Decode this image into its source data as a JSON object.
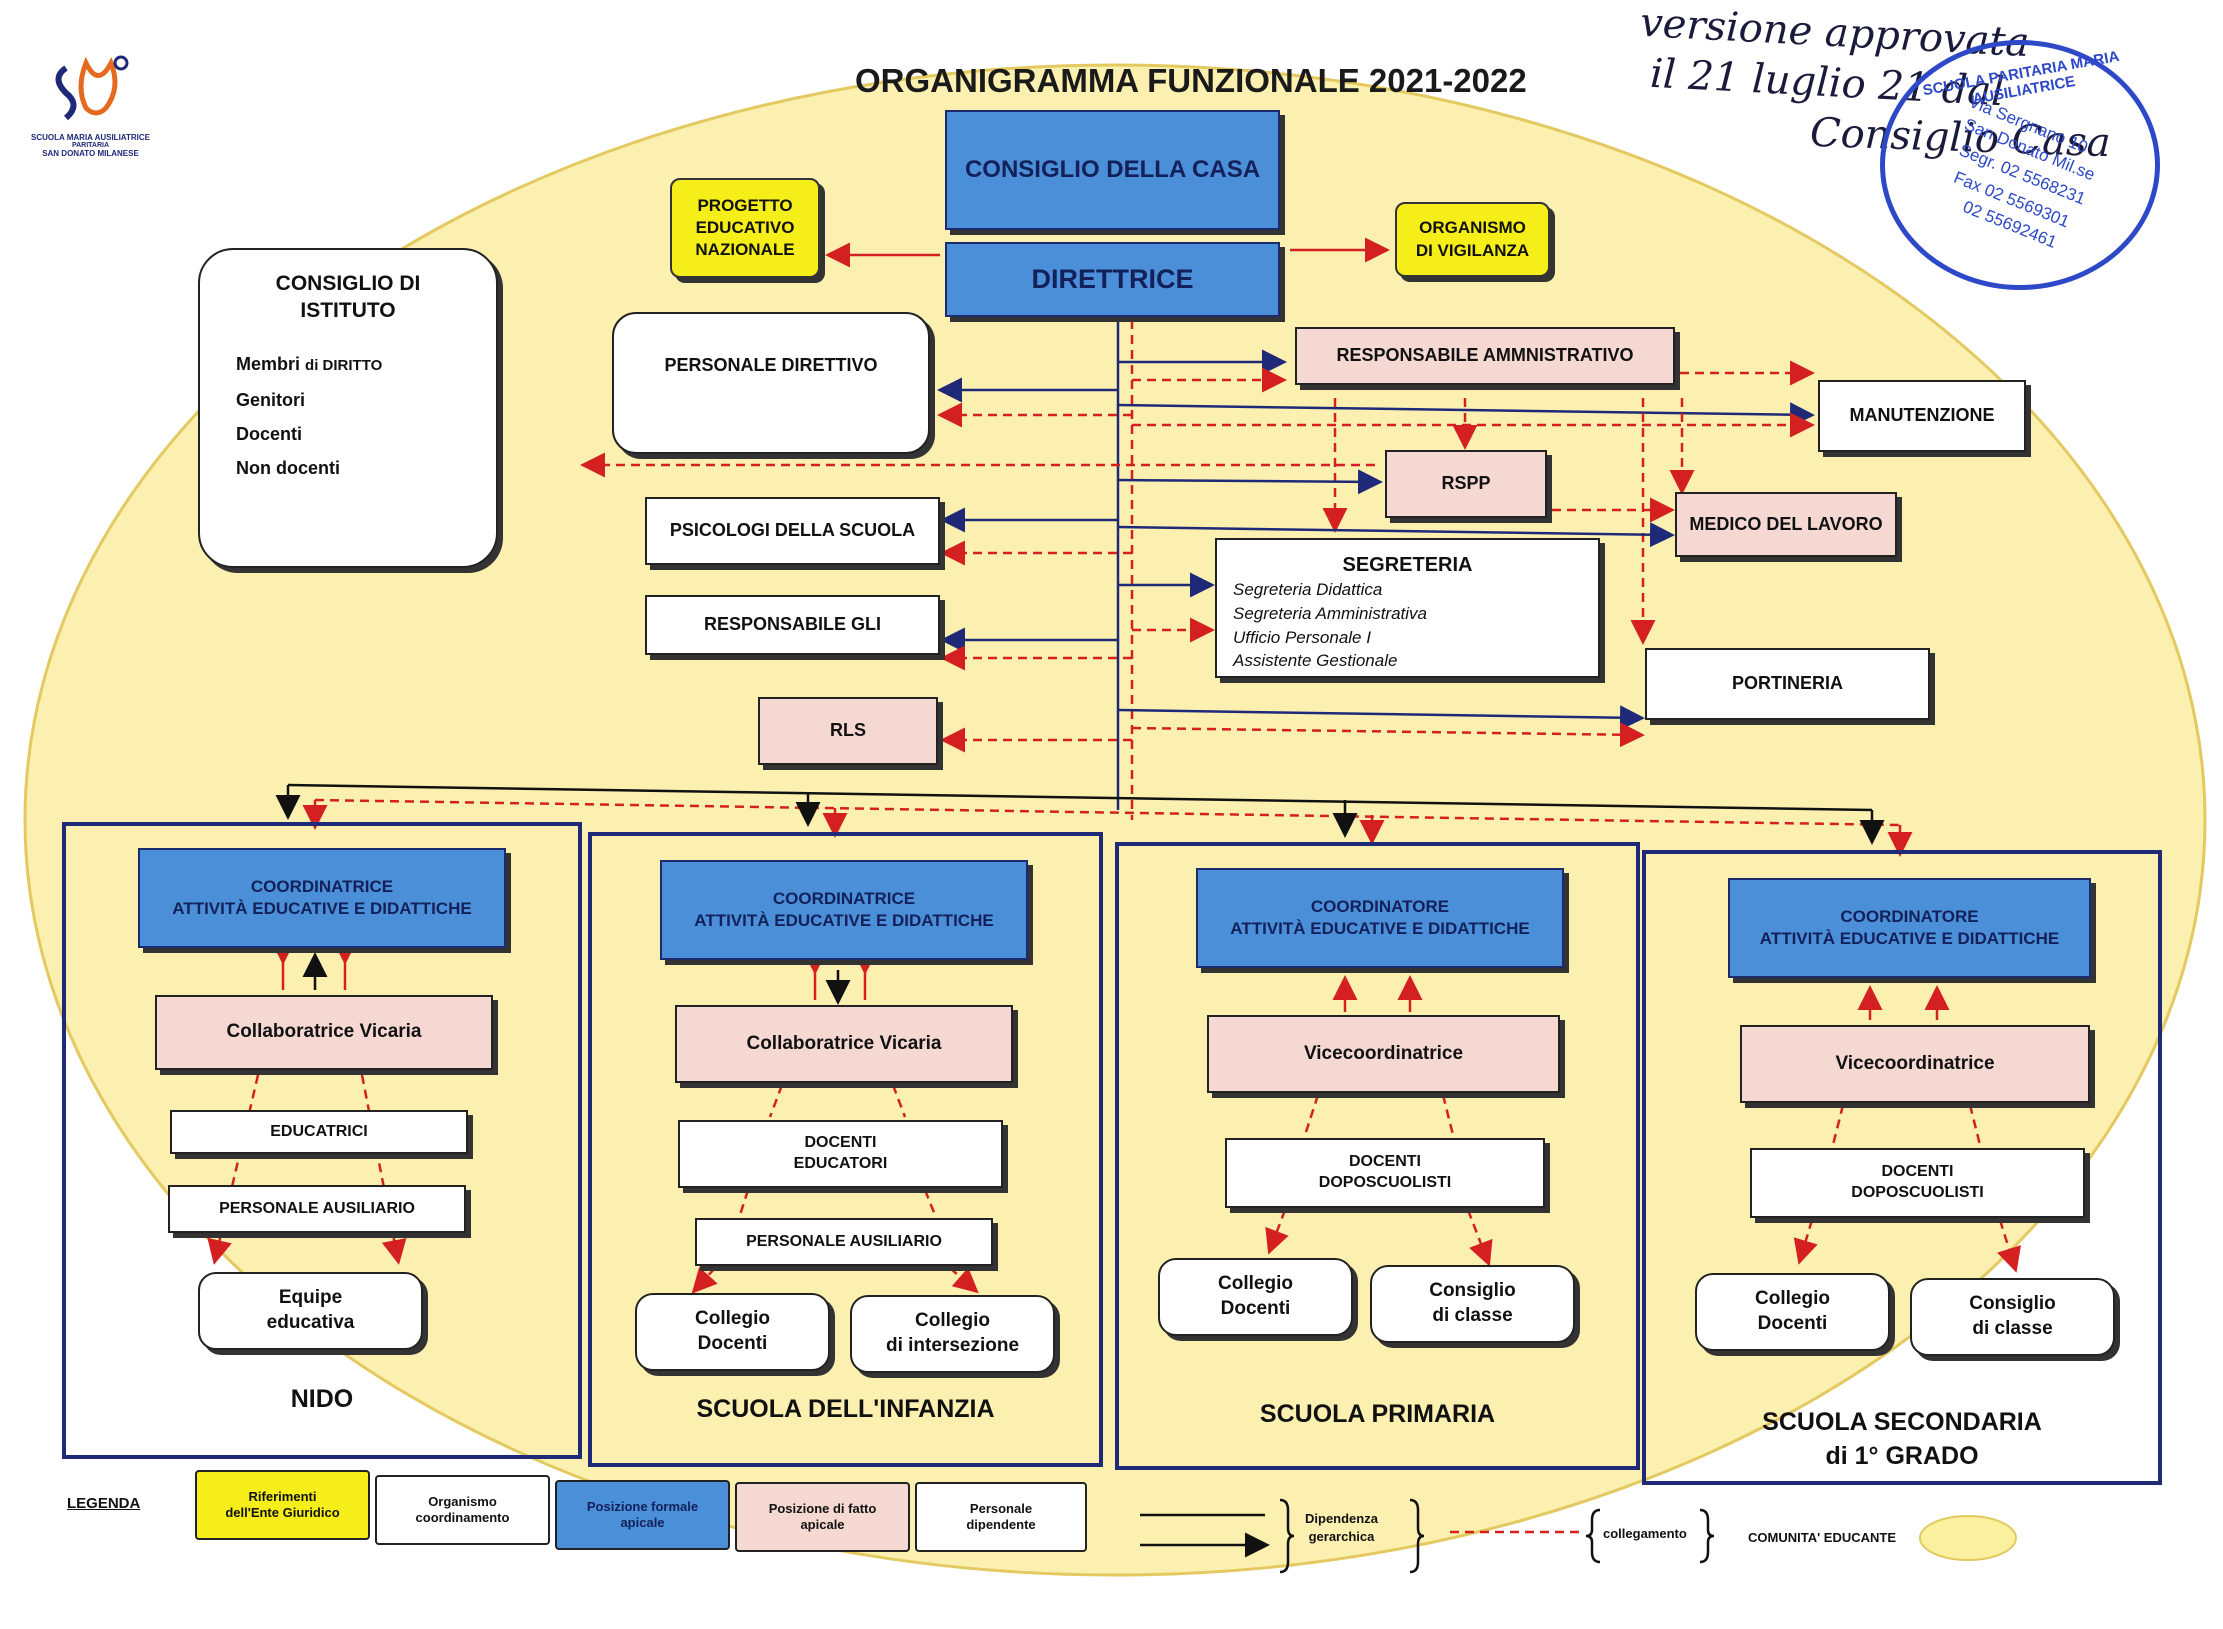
{
  "title": "ORGANIGRAMMA FUNZIONALE 2021-2022",
  "logo": {
    "name": "SCUOLA MARIA AUSILIATRICE",
    "sub": "PARITARIA",
    "city": "SAN DONATO MILANESE"
  },
  "handwritten_note": [
    "versione approvata",
    "il 21 luglio 21 dal",
    "Consiglio Casa"
  ],
  "stamp": {
    "name": "SCUOLA PARITARIA MARIA AUSILIATRICE",
    "lines": [
      "Via Sergnano 10",
      "San Donato Mil.se",
      "Segr. 02 5568231",
      "Fax 02 5569301",
      "02 55692461"
    ]
  },
  "top": {
    "consiglio_casa": "CONSIGLIO DELLA CASA",
    "direttrice": "DIRETTRICE",
    "progetto": [
      "PROGETTO",
      "EDUCATIVO",
      "NAZIONALE"
    ],
    "organismo": [
      "ORGANISMO",
      "DI VIGILANZA"
    ]
  },
  "consiglio_istituto": {
    "title": [
      "CONSIGLIO DI",
      "ISTITUTO"
    ],
    "members": [
      "Membri",
      "di DIRITTO",
      "Genitori",
      "Docenti",
      "Non docenti"
    ]
  },
  "staff": {
    "personale_direttivo": "PERSONALE DIRETTIVO",
    "psicologi": "PSICOLOGI DELLA SCUOLA",
    "resp_gli": "RESPONSABILE GLI",
    "rls": "RLS",
    "resp_amm": "RESPONSABILE  AMMNISTRATIVO",
    "manutenzione": "MANUTENZIONE",
    "rspp": "RSPP",
    "medico": "MEDICO DEL LAVORO",
    "segreteria": "SEGRETERIA",
    "segreteria_items": [
      "Segreteria Didattica",
      "Segreteria Amministrativa",
      "Ufficio Personale I",
      "Assistente Gestionale"
    ],
    "portineria": "PORTINERIA"
  },
  "schools": [
    {
      "name": "NIDO",
      "coord": [
        "COORDINATRICE",
        "ATTIVITÀ EDUCATIVE E DIDATTICHE"
      ],
      "vice": "Collaboratrice Vicaria",
      "staff1": [
        "EDUCATRICI"
      ],
      "staff2": [
        "PERSONALE AUSILIARIO"
      ],
      "groups": [
        [
          "Equipe",
          "educativa"
        ]
      ]
    },
    {
      "name": "SCUOLA DELL'INFANZIA",
      "coord": [
        "COORDINATRICE",
        "ATTIVITÀ EDUCATIVE E DIDATTICHE"
      ],
      "vice": "Collaboratrice Vicaria",
      "staff1": [
        "DOCENTI",
        "EDUCATORI"
      ],
      "staff2": [
        "PERSONALE AUSILIARIO"
      ],
      "groups": [
        [
          "Collegio",
          "Docenti"
        ],
        [
          "Collegio",
          "di intersezione"
        ]
      ]
    },
    {
      "name": "SCUOLA PRIMARIA",
      "coord": [
        "COORDINATORE",
        "ATTIVITÀ EDUCATIVE E DIDATTICHE"
      ],
      "vice": "Vicecoordinatrice",
      "staff1": [
        "DOCENTI",
        "DOPOSCUOLISTI"
      ],
      "groups": [
        [
          "Collegio",
          "Docenti"
        ],
        [
          "Consiglio",
          "di classe"
        ]
      ]
    },
    {
      "name": "SCUOLA SECONDARIA",
      "name2": "di 1° GRADO",
      "coord": [
        "COORDINATORE",
        "ATTIVITÀ EDUCATIVE E DIDATTICHE"
      ],
      "vice": "Vicecoordinatrice",
      "staff1": [
        "DOCENTI",
        "DOPOSCUOLISTI"
      ],
      "groups": [
        [
          "Collegio",
          "Docenti"
        ],
        [
          "Consiglio",
          "di classe"
        ]
      ]
    }
  ],
  "legend": {
    "label": "LEGENDA",
    "items": [
      {
        "key": "ref",
        "lines": [
          "Riferimenti",
          "dell'Ente Giuridico"
        ]
      },
      {
        "key": "org",
        "lines": [
          "Organismo",
          "coordinamento"
        ]
      },
      {
        "key": "formal",
        "lines": [
          "Posizione formale",
          "apicale"
        ]
      },
      {
        "key": "fatto",
        "lines": [
          "Posizione di fatto",
          "apicale"
        ]
      },
      {
        "key": "dip",
        "lines": [
          "Personale",
          "dipendente"
        ]
      }
    ],
    "dipendenza": [
      "Dipendenza",
      "gerarchica"
    ],
    "collegamento": "collegamento",
    "comunita": "COMUNITA' EDUCANTE"
  },
  "colors": {
    "ellipse": "#fbf0b0",
    "blue": "#4a8fd8",
    "pink": "#f6d8d2",
    "yellow": "#f6ee18",
    "navy": "#1e2a78",
    "red_dashed": "#d42020"
  }
}
